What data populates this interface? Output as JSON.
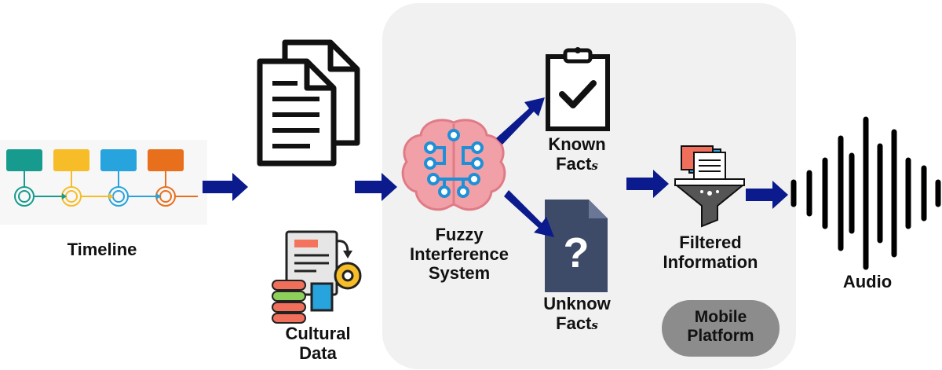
{
  "labels": {
    "timeline": "Timeline",
    "cultural_data_l1": "Cultural",
    "cultural_data_l2": "Data",
    "fuzzy_l1": "Fuzzy",
    "fuzzy_l2": "Interference",
    "fuzzy_l3": "System",
    "known_l1": "Known",
    "known_l2": "Fact",
    "known_s": "s",
    "unknown_l1": "Unknow",
    "unknown_l2": "Fact",
    "unknown_s": "s",
    "filtered_l1": "Filtered",
    "filtered_l2": "Information",
    "audio": "Audio",
    "mobile_l1": "Mobile",
    "mobile_l2": "Platform"
  },
  "colors": {
    "arrow": "#0b1a8c",
    "panel": "#f1f1f1",
    "pill": "#8c8c8c",
    "timeline_teal": "#179b8e",
    "timeline_yellow": "#f6bd28",
    "timeline_blue": "#27a3de",
    "timeline_orange": "#e8701c",
    "brain": "#f2a0a8",
    "circuit": "#1f8fd6",
    "unknown_doc": "#3d4a68"
  },
  "icons": [
    "documents-icon",
    "timeline-icon",
    "cultural-data-icon",
    "brain-circuit-icon",
    "clipboard-check-icon",
    "question-document-icon",
    "filter-funnel-icon",
    "audio-waveform-icon"
  ]
}
